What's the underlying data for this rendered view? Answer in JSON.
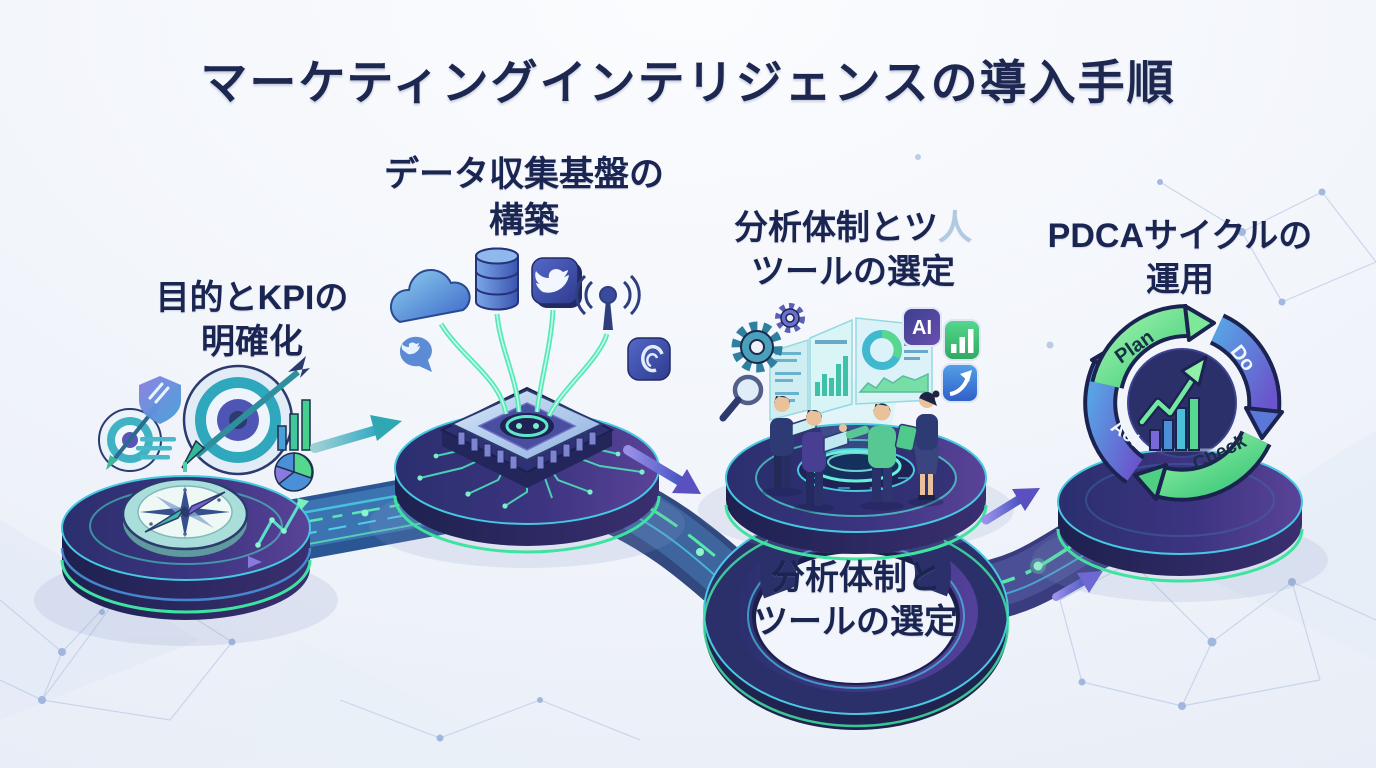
{
  "title": "マーケティングインテリジェンスの導入手順",
  "steps": [
    {
      "id": "goals-kpi",
      "label_line1": "目的とKPIの",
      "label_line2": "明確化"
    },
    {
      "id": "data-foundation",
      "label_line1": "データ収集基盤の",
      "label_line2": "構築"
    },
    {
      "id": "analysis-tools",
      "label_line1": "分析体制とツ",
      "glitch_char": "人",
      "label_line2": "ツールの選定"
    },
    {
      "id": "pdca-operation",
      "label_line1": "PDCAサイクルの",
      "label_line2": "運用"
    }
  ],
  "bottom_ring_label": {
    "line1": "分析体制と",
    "line2": "ツールの選定"
  },
  "pdca_cycle": {
    "plan": "Plan",
    "do": "Do",
    "check": "Check",
    "act": "Act"
  },
  "badges": {
    "ai_label": "AI"
  },
  "icons": {
    "step1": [
      "compass-icon",
      "target-icon",
      "small-target-icon",
      "shield-icon",
      "bar-chart-icon",
      "pie-chart-icon",
      "trend-line-icon"
    ],
    "step2": [
      "cpu-chip-icon",
      "cloud-icon",
      "database-icon",
      "twitter-icon",
      "antenna-icon",
      "chat-bubble-icon",
      "listen-badge-icon"
    ],
    "step3": [
      "gear-icon",
      "magnifier-icon",
      "hologram-dashboard-icon",
      "ai-badge-icon",
      "bar-badge-icon",
      "trend-badge-icon",
      "analyst-figures"
    ],
    "step4": [
      "pdca-cycle-icon",
      "growth-chart-icon"
    ],
    "connectors": [
      "arrow-right-icon",
      "circuit-bridge",
      "data-stream"
    ]
  },
  "colors": {
    "title_text": "#1d2750",
    "platform_dark": "#2b2f6e",
    "platform_purple": "#5a4398",
    "rim_green": "#3fe3a0",
    "rim_cyan": "#45c8e0",
    "bridge_blue": "#2c5b99",
    "accent_teal": "#2fa8c4",
    "accent_purple": "#6a5fd4",
    "pdca_green": "#3cc87a",
    "pdca_blue": "#6a55cc",
    "background": "#f3f6fb"
  }
}
